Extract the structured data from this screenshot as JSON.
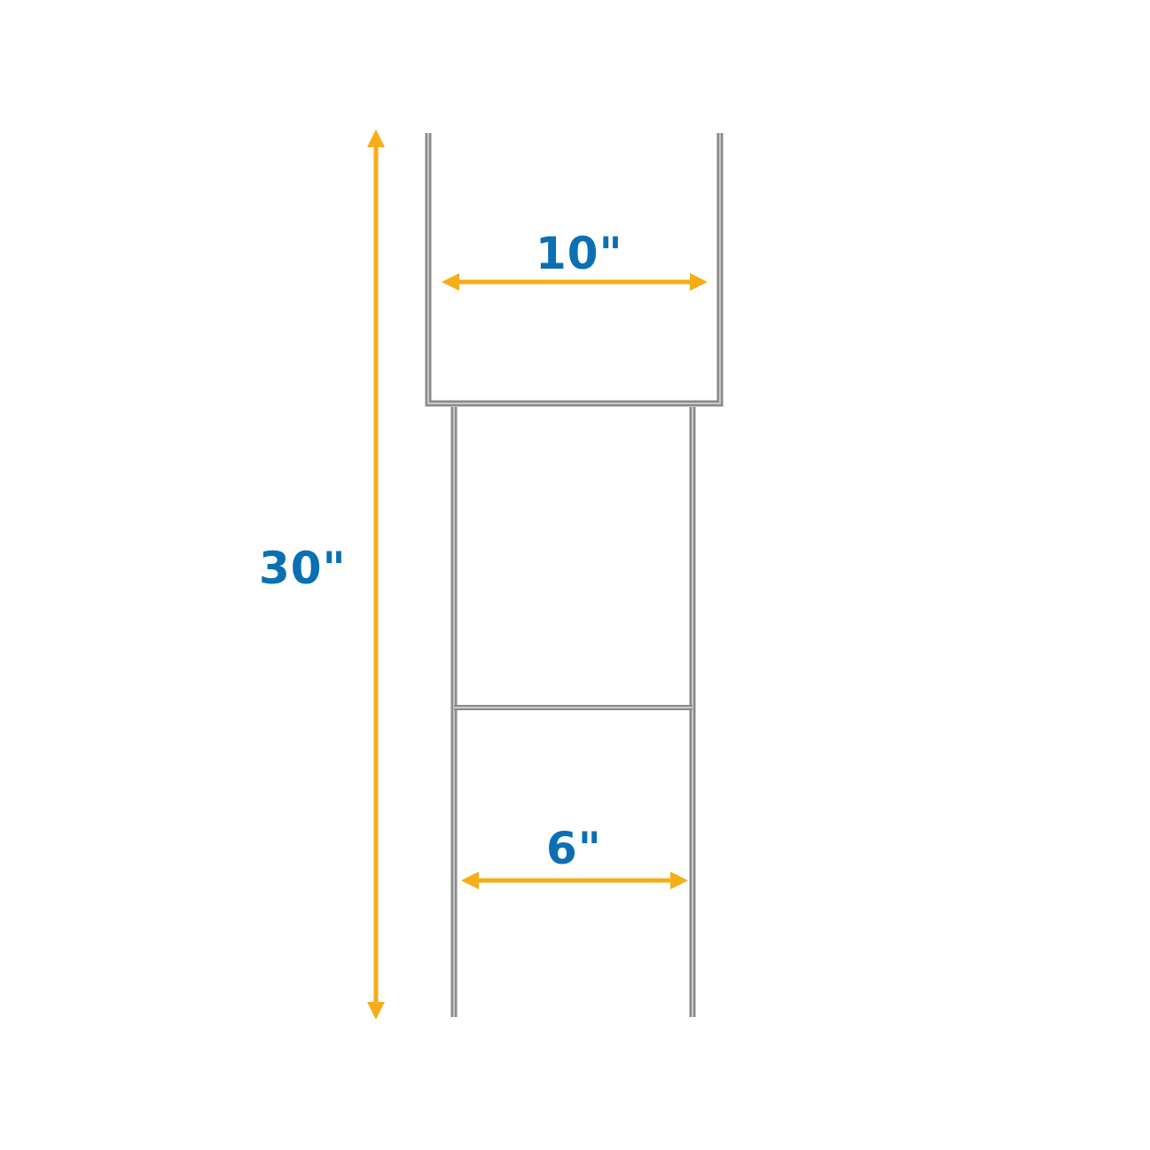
{
  "colors": {
    "wire": "#8a8a8a",
    "wire_highlight": "#c9c9c9",
    "arrow": "#f5ad18",
    "label": "#0b6fb4",
    "background": "#ffffff"
  },
  "dimensions": {
    "height_label": "30\"",
    "top_width_label": "10\"",
    "bottom_width_label": "6\""
  }
}
